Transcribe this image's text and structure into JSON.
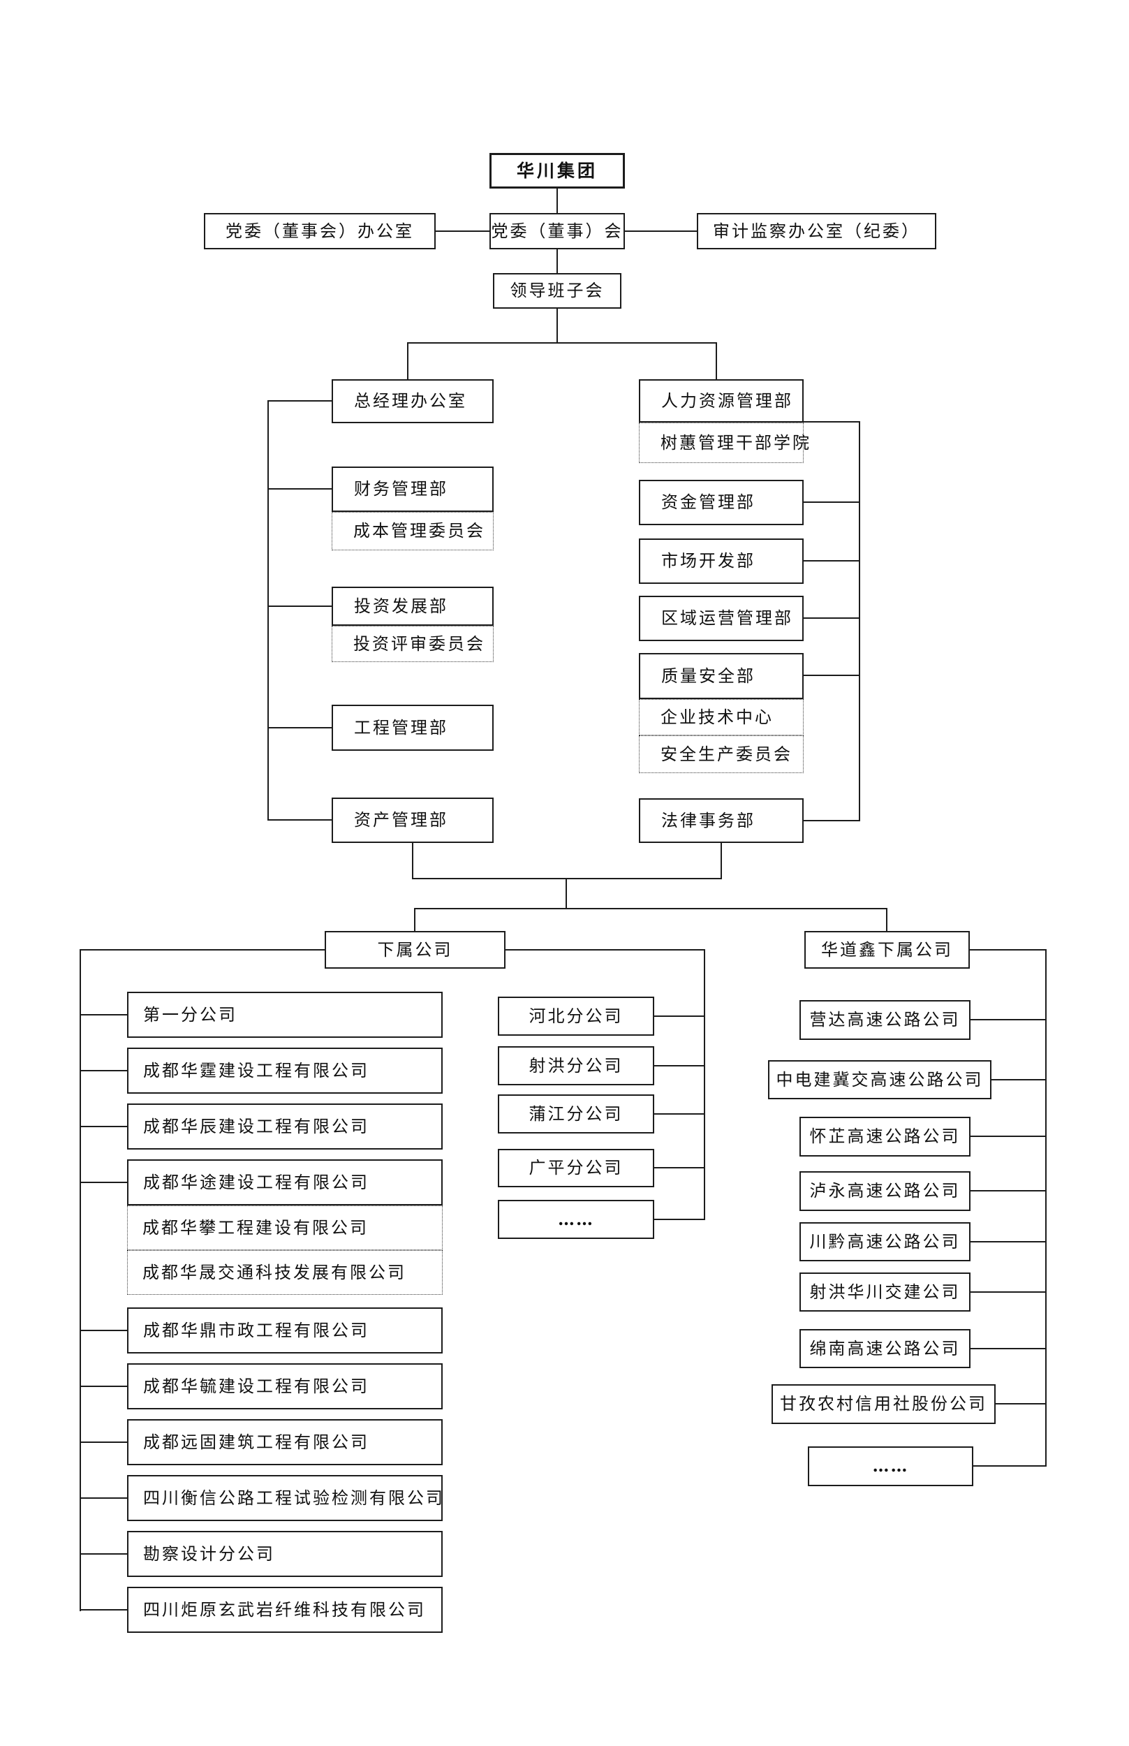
{
  "chart": {
    "root": "华川集团",
    "governance": {
      "party_office": "党委（董事会）办公室",
      "party_committee": "党委（董事）会",
      "audit_office": "审计监察办公室（纪委）",
      "leadership": "领导班子会"
    },
    "left_depts": [
      {
        "label": "总经理办公室"
      },
      {
        "label": "财务管理部",
        "sub": [
          "成本管理委员会"
        ]
      },
      {
        "label": "投资发展部",
        "sub": [
          "投资评审委员会"
        ]
      },
      {
        "label": "工程管理部"
      },
      {
        "label": "资产管理部"
      }
    ],
    "right_depts": [
      {
        "label": "人力资源管理部",
        "sub": [
          "树蕙管理干部学院"
        ]
      },
      {
        "label": "资金管理部"
      },
      {
        "label": "市场开发部"
      },
      {
        "label": "区域运营管理部"
      },
      {
        "label": "质量安全部",
        "sub": [
          "企业技术中心",
          "安全生产委员会"
        ]
      },
      {
        "label": "法律事务部"
      }
    ],
    "group_headers": {
      "subsidiaries": "下属公司",
      "huadaoxin": "华道鑫下属公司"
    },
    "subsidiaries": [
      {
        "name": "第一分公司",
        "dashed": false
      },
      {
        "name": "成都华霆建设工程有限公司",
        "dashed": false
      },
      {
        "name": "成都华辰建设工程有限公司",
        "dashed": false
      },
      {
        "name": "成都华途建设工程有限公司",
        "dashed": false
      },
      {
        "name": "成都华攀工程建设有限公司",
        "dashed": true
      },
      {
        "name": "成都华晟交通科技发展有限公司",
        "dashed": true
      },
      {
        "name": "成都华鼎市政工程有限公司",
        "dashed": false
      },
      {
        "name": "成都华毓建设工程有限公司",
        "dashed": false
      },
      {
        "name": "成都远固建筑工程有限公司",
        "dashed": false
      },
      {
        "name": "四川衡信公路工程试验检测有限公司",
        "dashed": false
      },
      {
        "name": "勘察设计分公司",
        "dashed": false
      },
      {
        "name": "四川炬原玄武岩纤维科技有限公司",
        "dashed": false
      }
    ],
    "branch_offices": [
      "河北分公司",
      "射洪分公司",
      "蒲江分公司",
      "广平分公司",
      "……"
    ],
    "huadaoxin_companies": [
      "营达高速公路公司",
      "中电建冀交高速公路公司",
      "怀芷高速公路公司",
      "泸永高速公路公司",
      "川黔高速公路公司",
      "射洪华川交建公司",
      "绵南高速公路公司",
      "甘孜农村信用社股份公司",
      "……"
    ],
    "colors": {
      "line": "#1c1c1c",
      "background": "#ffffff"
    }
  }
}
